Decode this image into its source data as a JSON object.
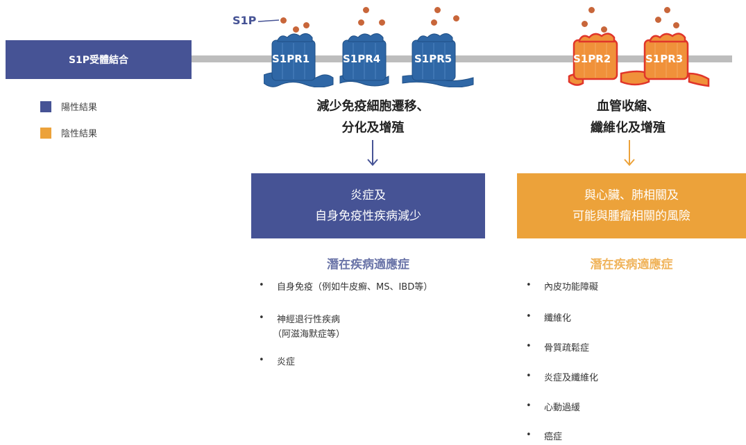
{
  "header": {
    "title": "S1P受體結合"
  },
  "legend": [
    {
      "label": "陽性結果",
      "color": "#465395"
    },
    {
      "label": "陰性結果",
      "color": "#eca23a"
    }
  ],
  "ligand": {
    "label": "S1P",
    "dot_color": "#c8663a"
  },
  "receptors": {
    "positive": [
      {
        "label": "S1PR1"
      },
      {
        "label": "S1PR4"
      },
      {
        "label": "S1PR5"
      }
    ],
    "negative": [
      {
        "label": "S1PR2"
      },
      {
        "label": "S1PR3"
      }
    ]
  },
  "positive_branch": {
    "effect_lines": [
      "減少免疫細胞遷移、",
      "分化及增殖"
    ],
    "outcome_lines": [
      "炎症及",
      "自身免疫性疾病減少"
    ],
    "section_title": "潛在疾病適應症",
    "indications": [
      {
        "lines": [
          "自身免疫（例如牛皮癬、MS、IBD等）"
        ]
      },
      {
        "lines": [
          "神經退行性疾病",
          "（阿滋海默症等）"
        ]
      },
      {
        "lines": [
          "炎症"
        ]
      }
    ],
    "color": "#465395",
    "title_color": "#6a74a8"
  },
  "negative_branch": {
    "effect_lines": [
      "血管收縮、",
      "纖維化及增殖"
    ],
    "outcome_lines": [
      "與心臟、肺相關及",
      "可能與腫瘤相關的風險"
    ],
    "section_title": "潛在疾病適應症",
    "indications": [
      {
        "lines": [
          "內皮功能障礙"
        ]
      },
      {
        "lines": [
          "纖維化"
        ]
      },
      {
        "lines": [
          "骨質疏鬆症"
        ]
      },
      {
        "lines": [
          "炎症及纖維化"
        ]
      },
      {
        "lines": [
          "心動過緩"
        ]
      },
      {
        "lines": [
          "癌症"
        ]
      }
    ],
    "color": "#eca23a",
    "title_color": "#f0b45c"
  },
  "icons": {
    "bullet": "•",
    "arrow": "down-arrow-icon"
  }
}
